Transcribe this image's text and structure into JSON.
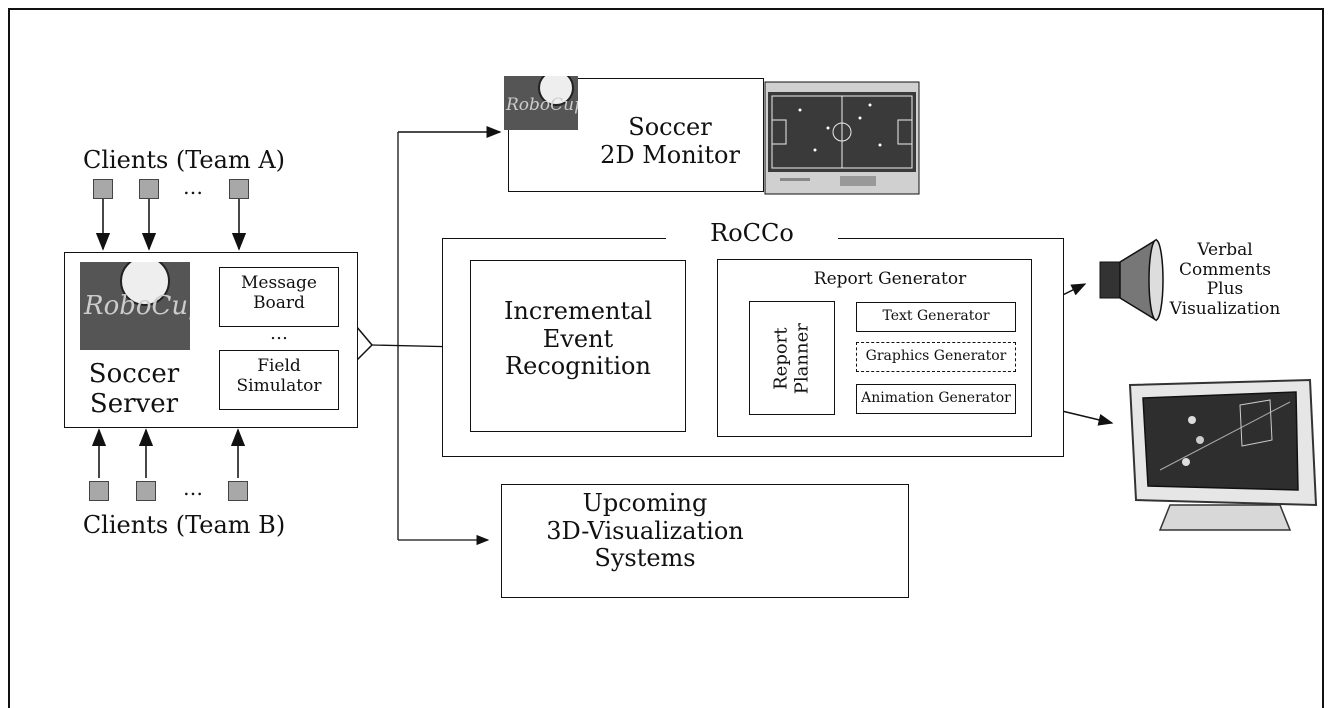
{
  "clients_team_a": "Clients (Team A)",
  "clients_team_b": "Clients (Team B)",
  "ellipsis_top": "…",
  "ellipsis_bottom": "…",
  "soccer_server": {
    "logo_text": "RoboCup",
    "title": "Soccer\nServer",
    "message_board": "Message\nBoard",
    "ellipsis": "…",
    "field_simulator": "Field\nSimulator"
  },
  "monitor_2d": {
    "logo_text": "RoboCup",
    "title": "Soccer\n2D Monitor"
  },
  "rocco": {
    "title": "RoCCo",
    "incremental": "Incremental\nEvent\nRecognition",
    "report_generator": "Report Generator",
    "report_planner": "Report\nPlanner",
    "text_generator": "Text Generator",
    "graphics_generator": "Graphics Generator",
    "animation_generator": "Animation Generator"
  },
  "verbal_comments": "Verbal\nComments\nPlus\nVisualization",
  "upcoming_3d": "Upcoming\n3D-Visualization\nSystems",
  "colors": {
    "line": "#111111",
    "client_box": "#a8a8a8",
    "logo_bg": "#555555",
    "field_bg": "#3a3a3a",
    "screen_bg": "#2e2e2e"
  }
}
